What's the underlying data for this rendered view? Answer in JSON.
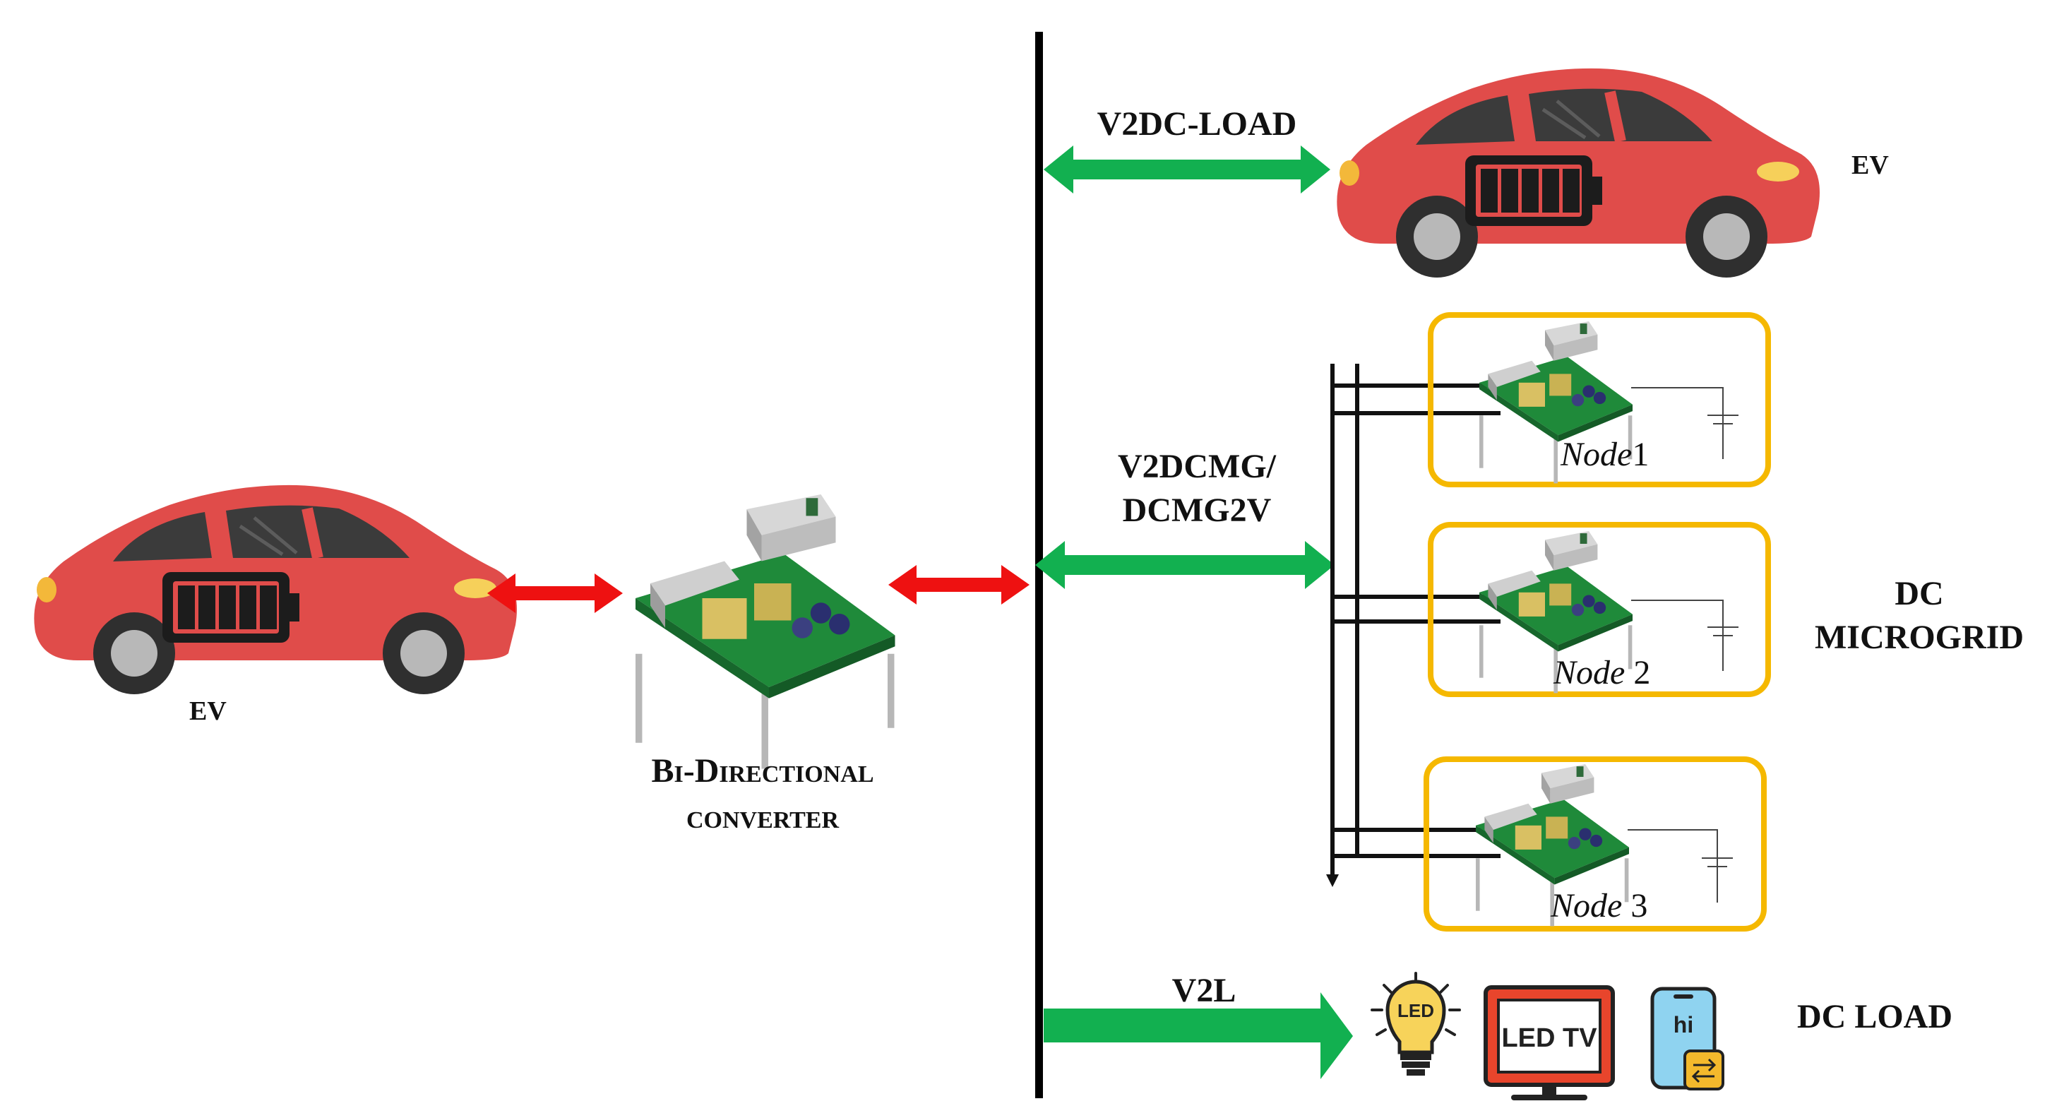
{
  "left_ev": {
    "label": "EV"
  },
  "converter": {
    "line1": "Bi-Directional",
    "line2": "converter"
  },
  "top_ev": {
    "label": "EV"
  },
  "flows": {
    "v2dc_load": "V2DC-LOAD",
    "v2dcmg_line1": "V2DCMG/",
    "v2dcmg_line2": "DCMG2V",
    "v2l": "V2L"
  },
  "microgrid": {
    "label_line1": "DC",
    "label_line2": "MICROGRID",
    "nodes": [
      {
        "prefix": "Node",
        "number": "1"
      },
      {
        "prefix": "Node ",
        "number": "2"
      },
      {
        "prefix": "Node ",
        "number": "3"
      }
    ]
  },
  "dc_load": {
    "label": "DC LOAD",
    "bulb_text": "LED",
    "tv_text": "LED TV",
    "phone_text": "hi"
  },
  "colors": {
    "ev_body": "#e04c4a",
    "red_arrow": "#ee1111",
    "green_arrow": "#12b050",
    "node_border": "#f5b800",
    "pcb": "#1f8a3a"
  }
}
